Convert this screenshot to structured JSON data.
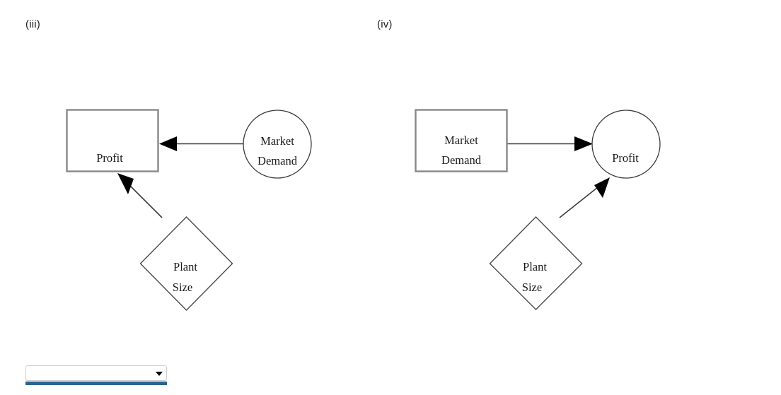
{
  "panels": [
    {
      "label": "(iii)",
      "nodes": [
        {
          "id": "profit-rect",
          "shape": "rectangle",
          "text_line1": "Profit",
          "text_line2": ""
        },
        {
          "id": "demand-circle",
          "shape": "circle",
          "text_line1": "Market",
          "text_line2": "Demand"
        },
        {
          "id": "plant-diamond",
          "shape": "diamond",
          "text_line1": "Plant",
          "text_line2": "Size"
        }
      ],
      "edges": [
        {
          "from": "demand-circle",
          "to": "profit-rect",
          "direction": "left"
        },
        {
          "from": "plant-diamond",
          "to": "profit-rect",
          "direction": "up-left"
        }
      ]
    },
    {
      "label": "(iv)",
      "nodes": [
        {
          "id": "demand-rect",
          "shape": "rectangle",
          "text_line1": "Market",
          "text_line2": "Demand"
        },
        {
          "id": "profit-circle",
          "shape": "circle",
          "text_line1": "Profit",
          "text_line2": ""
        },
        {
          "id": "plant-diamond",
          "shape": "diamond",
          "text_line1": "Plant",
          "text_line2": "Size"
        }
      ],
      "edges": [
        {
          "from": "demand-rect",
          "to": "profit-circle",
          "direction": "right"
        },
        {
          "from": "plant-diamond",
          "to": "profit-circle",
          "direction": "up-right"
        }
      ]
    }
  ],
  "labels": {
    "panel_iii": "(iii)",
    "panel_iv": "(iv)",
    "profit": "Profit",
    "market": "Market",
    "demand": "Demand",
    "market_demand": "Market Demand",
    "plant": "Plant",
    "size": "Size"
  },
  "answer_select": {
    "value": "",
    "placeholder": "",
    "icon": "chevron-down-icon",
    "accent_color": "#2a6592"
  },
  "colors": {
    "background": "#ffffff",
    "rect_stroke": "#888888",
    "circle_stroke": "#3b3b3b",
    "diamond_stroke": "#4a4a4a",
    "edge": "#3b3b3b",
    "arrowhead": "#000000",
    "text": "#1a1a1a",
    "select_accent": "#2a6592"
  }
}
